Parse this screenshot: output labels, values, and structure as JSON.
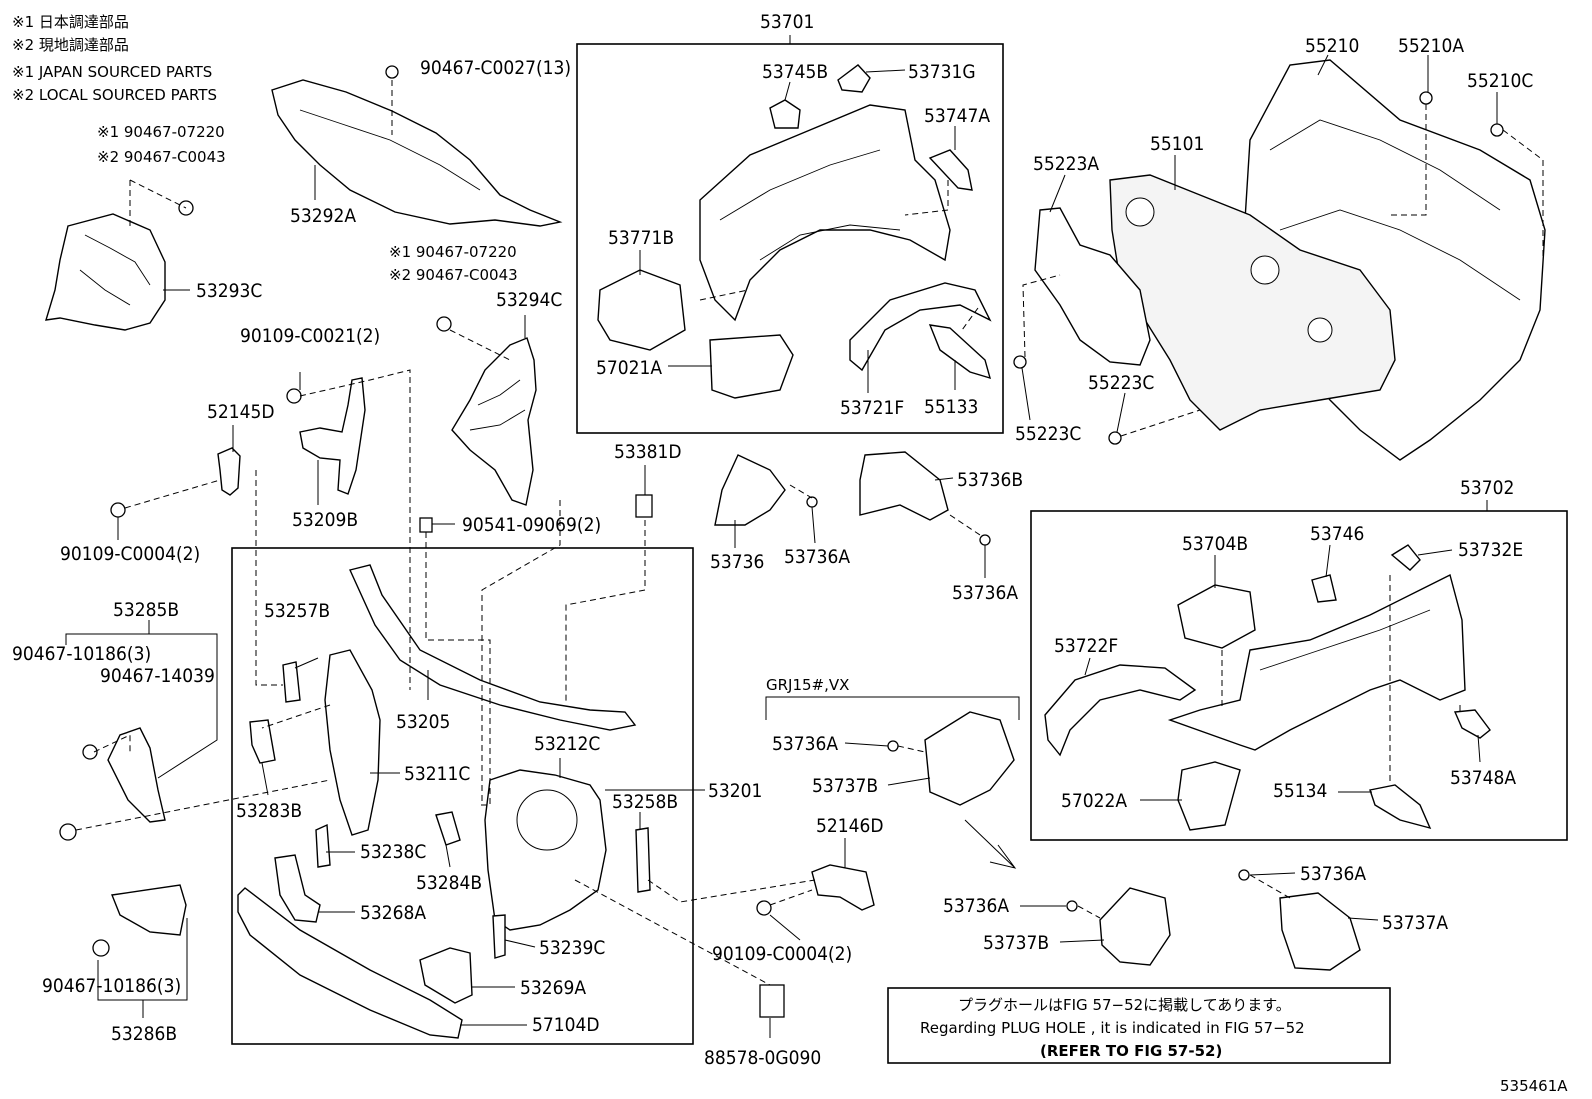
{
  "notes": [
    "※1 日本調達部品",
    "※2 現地調達部品",
    "※1 JAPAN SOURCED PARTS",
    "※2 LOCAL SOURCED PARTS"
  ],
  "labels": {
    "l53701": "53701",
    "l53745B": "53745B",
    "l53731G": "53731G",
    "l53747A": "53747A",
    "l53771B": "53771B",
    "l57021A": "57021A",
    "l53721F": "53721F",
    "l55133": "55133",
    "l55210": "55210",
    "l55210A": "55210A",
    "l55210C": "55210C",
    "l55101": "55101",
    "l55223A": "55223A",
    "l55223C_a": "55223C",
    "l55223C_b": "55223C",
    "l90467_C0027": "90467-C0027(13)",
    "l53292A": "53292A",
    "l90467_07220_a": "※1 90467-07220",
    "l90467_C0043_a": "※2 90467-C0043",
    "l53293C": "53293C",
    "l90467_07220_b": "※1 90467-07220",
    "l90467_C0043_b": "※2 90467-C0043",
    "l53294C": "53294C",
    "l90109_C0021": "90109-C0021(2)",
    "l52145D": "52145D",
    "l53209B": "53209B",
    "l90109_C0004_a": "90109-C0004(2)",
    "l53381D": "53381D",
    "l90541_09069": "90541-09069(2)",
    "l53736": "53736",
    "l53736A_a": "53736A",
    "l53736B": "53736B",
    "l53736A_b": "53736A",
    "l53702": "53702",
    "l53704B": "53704B",
    "l53746": "53746",
    "l53732E": "53732E",
    "l53722F": "53722F",
    "l57022A": "57022A",
    "l55134": "55134",
    "l53748A": "53748A",
    "l53285B": "53285B",
    "l90467_10186_a": "90467-10186(3)",
    "l90467_14039": "90467-14039",
    "l53257B": "53257B",
    "l53205": "53205",
    "l53211C": "53211C",
    "l53212C": "53212C",
    "l53201": "53201",
    "l53283B": "53283B",
    "l53258B": "53258B",
    "l53238C": "53238C",
    "l53284B": "53284B",
    "l53268A": "53268A",
    "l53239C": "53239C",
    "l53269A": "53269A",
    "l57104D": "57104D",
    "l90467_10186_b": "90467-10186(3)",
    "l53286B": "53286B",
    "l88578": "88578-0G090",
    "lGRJ": "GRJ15#,VX",
    "l53736A_c": "53736A",
    "l53737B_a": "53737B",
    "l52146D": "52146D",
    "l90109_C0004_b": "90109-C0004(2)",
    "l53736A_d": "53736A",
    "l53737B_b": "53737B",
    "l53736A_e": "53736A",
    "l53737A": "53737A",
    "l535461A": "535461A"
  },
  "note_box": {
    "line1": "プラグホールはFIG 57−52に掲載してあります。",
    "line2": "Regarding  PLUG  HOLE , it is indicated in FIG  57−52",
    "line3": "(REFER  TO  FIG  57-52)"
  }
}
